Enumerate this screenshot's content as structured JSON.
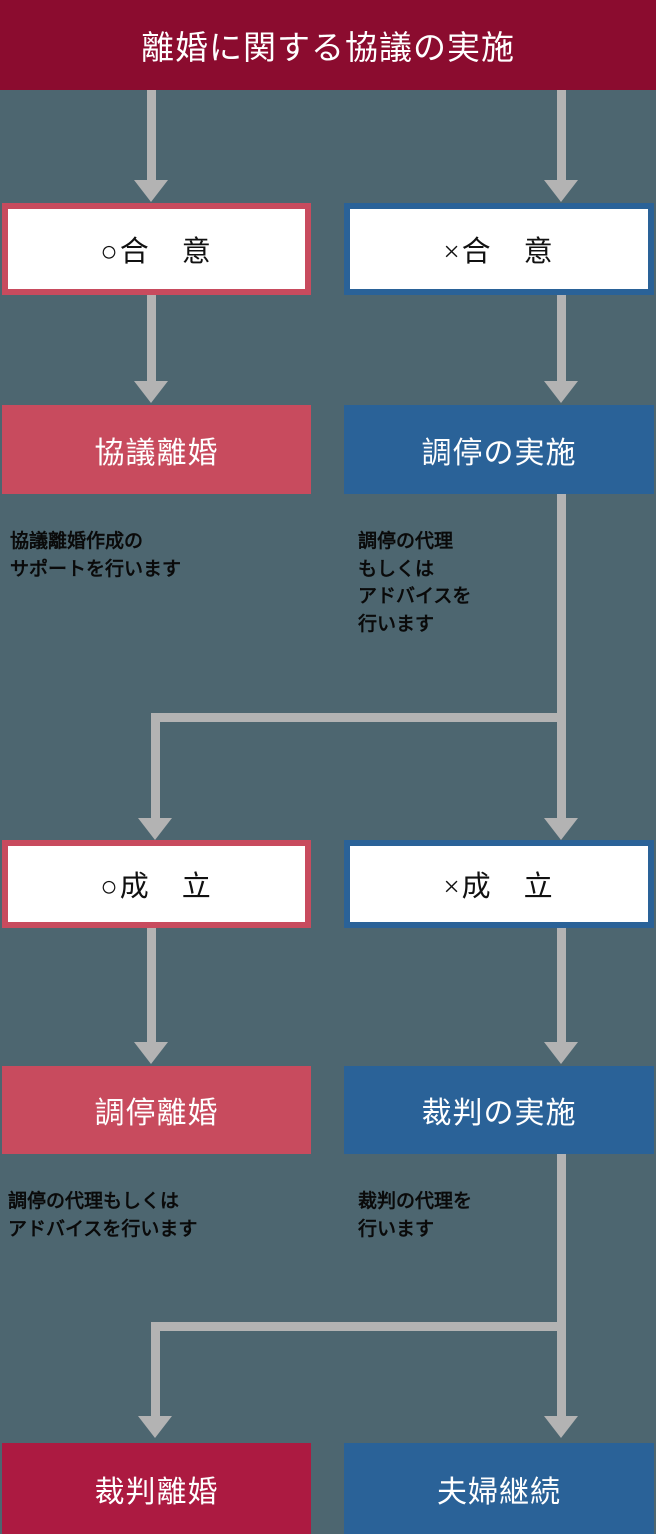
{
  "colors": {
    "background": "#4d6670",
    "header": "#8b0c2f",
    "red": "#c84b5e",
    "blue": "#2a6298",
    "crimson": "#ac1a41",
    "connector": "#b3b3b3",
    "box_text_dark": "#111111",
    "box_text_light": "#ffffff"
  },
  "header": {
    "title": "離婚に関する協議の実施"
  },
  "stages": {
    "agreement": {
      "yes": "○合　意",
      "no": "×合　意"
    },
    "outcome1": {
      "yes": "協議離婚",
      "no": "調停の実施"
    },
    "notes1": {
      "yes": "協議離婚作成の\nサポートを行います",
      "no": "調停の代理\nもしくは\nアドバイスを\n行います"
    },
    "establishment": {
      "yes": "○成　立",
      "no": "×成　立"
    },
    "outcome2": {
      "yes": "調停離婚",
      "no": "裁判の実施"
    },
    "notes2": {
      "yes": "調停の代理もしくは\nアドバイスを行います",
      "no": "裁判の代理を\n行います"
    },
    "outcome3": {
      "yes": "裁判離婚",
      "no": "夫婦継続"
    }
  }
}
